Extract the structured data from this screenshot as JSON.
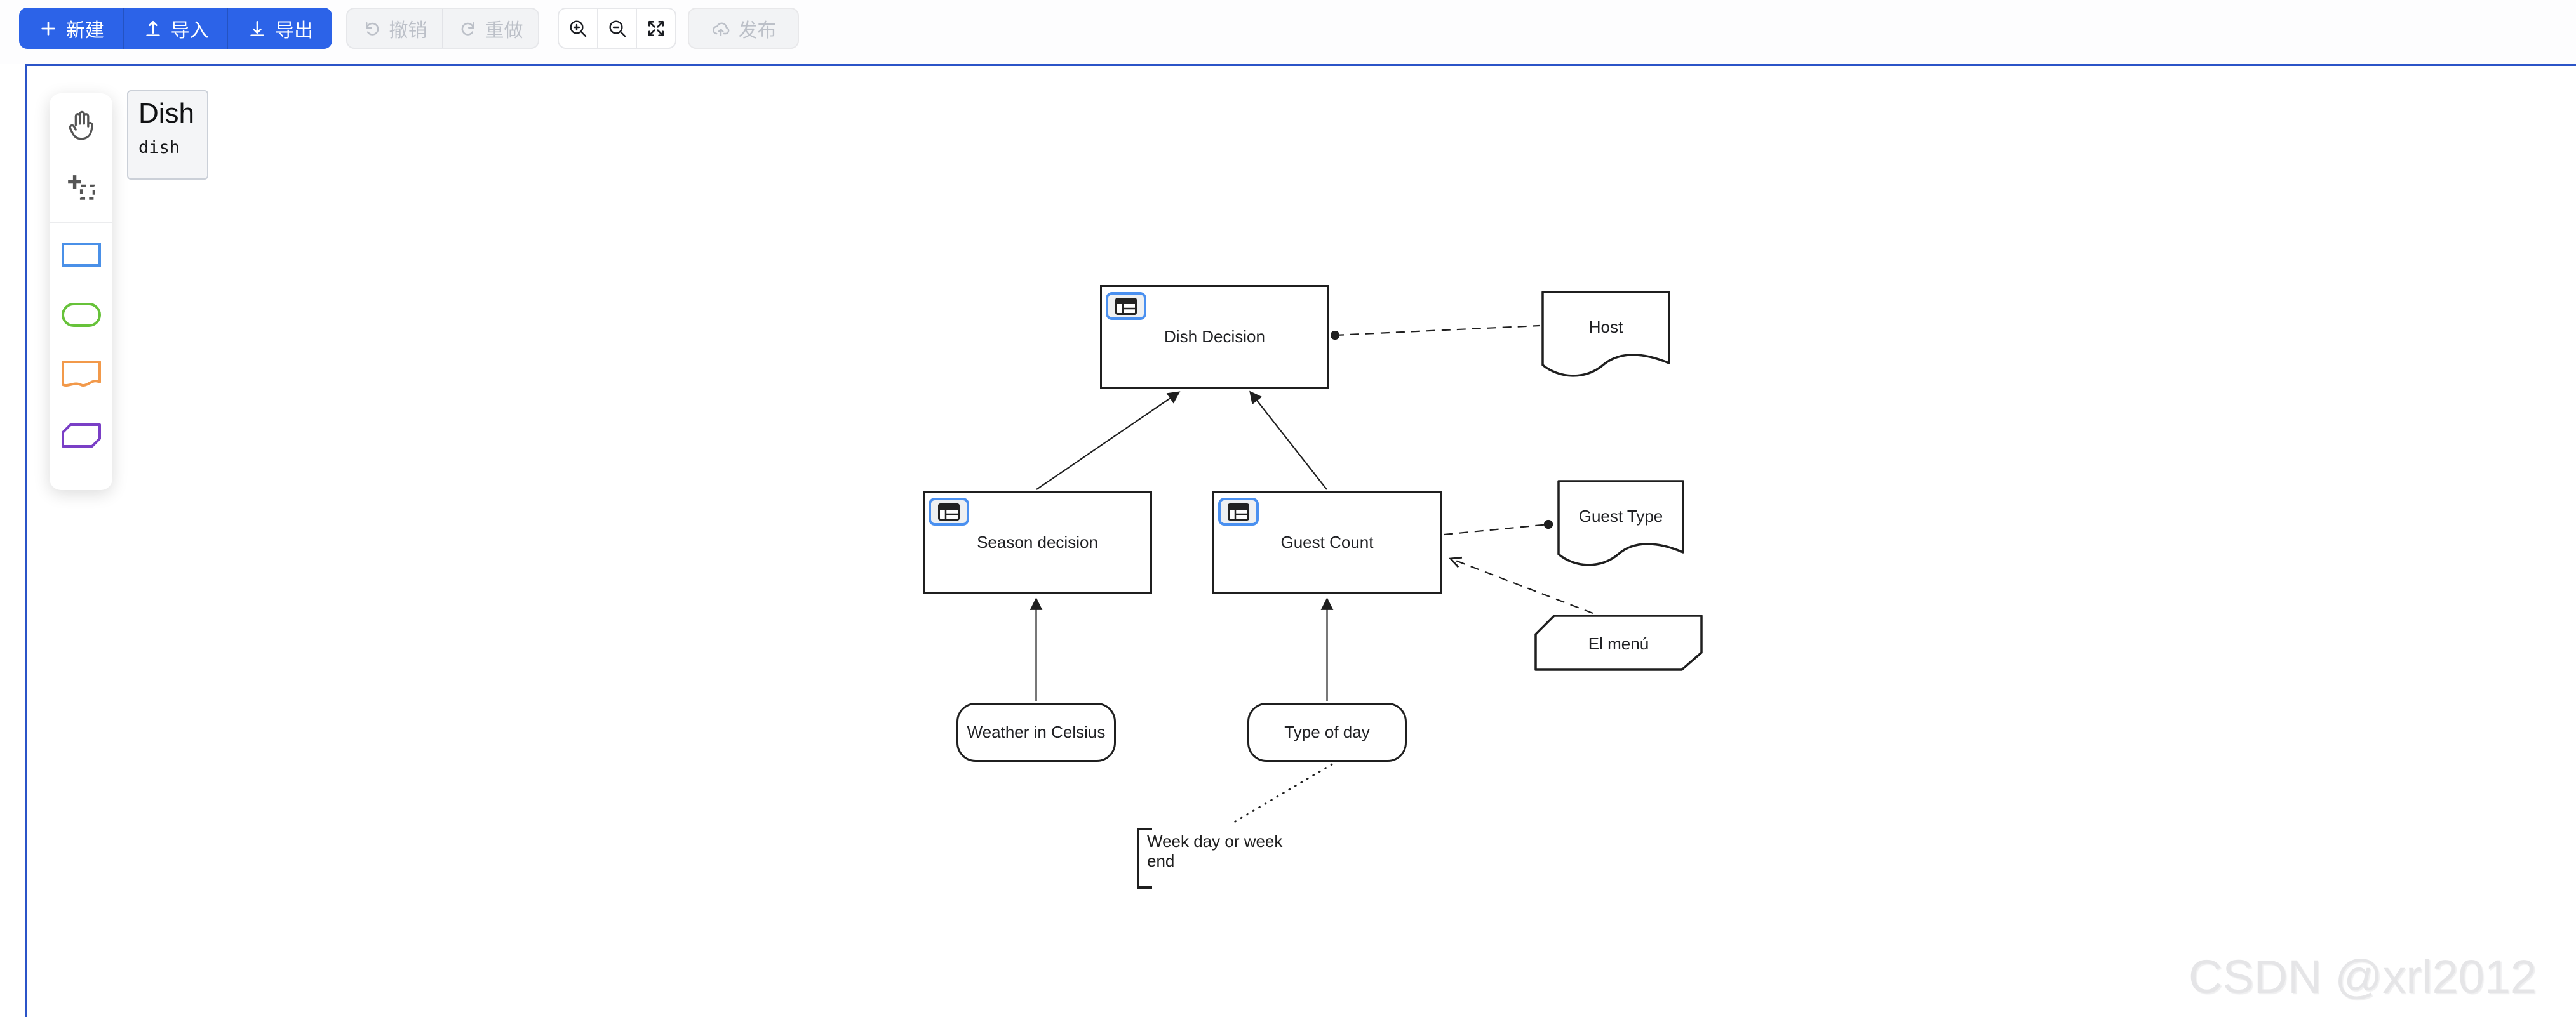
{
  "toolbar": {
    "new": "新建",
    "import": "导入",
    "export": "导出",
    "undo": "撤销",
    "redo": "重做",
    "publish": "发布"
  },
  "file_card": {
    "title": "Dish",
    "subtitle": "dish"
  },
  "palette": {
    "tools": [
      {
        "name": "hand-tool"
      },
      {
        "name": "marquee-select-tool"
      }
    ],
    "shapes": [
      {
        "name": "rectangle-shape",
        "color": "#4a90e8"
      },
      {
        "name": "stadium-shape",
        "color": "#67c23a"
      },
      {
        "name": "document-shape",
        "color": "#f2994a"
      },
      {
        "name": "card-shape",
        "color": "#7a3fc6"
      }
    ]
  },
  "diagram": {
    "nodes": [
      {
        "id": "dish-decision",
        "label": "Dish Decision",
        "shape": "rect-table"
      },
      {
        "id": "season-decision",
        "label": "Season decision",
        "shape": "rect-table"
      },
      {
        "id": "guest-count",
        "label": "Guest Count",
        "shape": "rect-table"
      },
      {
        "id": "host",
        "label": "Host",
        "shape": "document"
      },
      {
        "id": "guest-type",
        "label": "Guest Type",
        "shape": "document"
      },
      {
        "id": "el-menu",
        "label": "El menú",
        "shape": "card"
      },
      {
        "id": "weather",
        "label": "Weather in Celsius",
        "shape": "rounded"
      },
      {
        "id": "type-of-day",
        "label": "Type of day",
        "shape": "rounded"
      }
    ],
    "annotation": {
      "text": "Week day or week end"
    }
  },
  "watermark": {
    "text": "CSDN @xrl2012"
  },
  "colors": {
    "accent": "#2c63e8",
    "canvas-border": "#2b54c8",
    "badge": "#4a90f0",
    "shape-blue": "#4a90e8",
    "shape-green": "#67c23a",
    "shape-orange": "#f2994a",
    "shape-purple": "#7a3fc6"
  }
}
